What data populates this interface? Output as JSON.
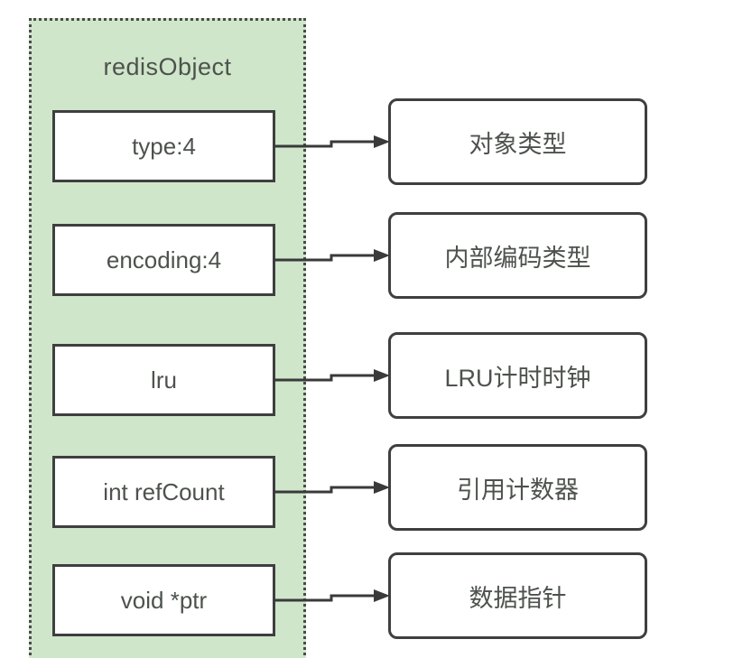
{
  "panel": {
    "title": "redisObject"
  },
  "rows": [
    {
      "field": "type:4",
      "desc": "对象类型"
    },
    {
      "field": "encoding:4",
      "desc": "内部编码类型"
    },
    {
      "field": "lru",
      "desc": "LRU计时时钟"
    },
    {
      "field": "int refCount",
      "desc": "引用计数器"
    },
    {
      "field": "void *ptr",
      "desc": "数据指针"
    }
  ],
  "colors": {
    "panel_fill": "#cfe6ca",
    "panel_border": "#4a4a4a",
    "box_border": "#3f3f3f",
    "arrow_color": "#3a3a3a",
    "text_color": "#4d524d"
  }
}
